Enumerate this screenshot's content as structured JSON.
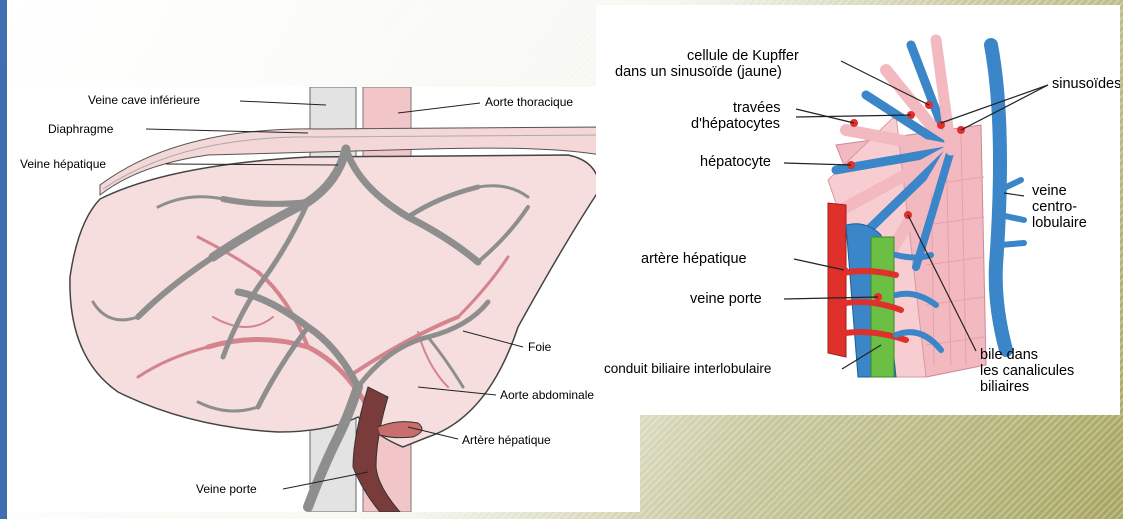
{
  "liver_diagram": {
    "labels": {
      "veine_cave_inferieure": "Veine cave inférieure",
      "aorte_thoracique": "Aorte thoracique",
      "diaphragme": "Diaphragme",
      "veine_hepatique": "Veine hépatique",
      "foie": "Foie",
      "aorte_abdominale": "Aorte abdominale",
      "artere_hepatique": "Artère hépatique",
      "veine_porte": "Veine porte"
    }
  },
  "lobule_diagram": {
    "labels": {
      "kupffer_line1": "cellule de Kupffer",
      "kupffer_line2": "dans un sinusoïde (jaune)",
      "sinusoides": "sinusoïdes",
      "travees_line1": "travées",
      "travees_line2": "d'hépatocytes",
      "hepatocyte": "hépatocyte",
      "veine_centro_line1": "veine",
      "veine_centro_line2": "centro-",
      "veine_centro_line3": "lobulaire",
      "artere_hepatique": "artère hépatique",
      "veine_porte": "veine porte",
      "conduit_biliaire": "conduit biliaire interlobulaire",
      "bile_line1": "bile dans",
      "bile_line2": "les canalicules",
      "bile_line3": "biliaires"
    }
  },
  "colors": {
    "vein_blue": "#3a86c8",
    "artery_red": "#e0302b",
    "bile_green": "#6cbf45",
    "hepatocyte_pink": "#f3b9c0",
    "liver_pink": "#f6dede",
    "vein_gray": "#8e8e8e"
  }
}
